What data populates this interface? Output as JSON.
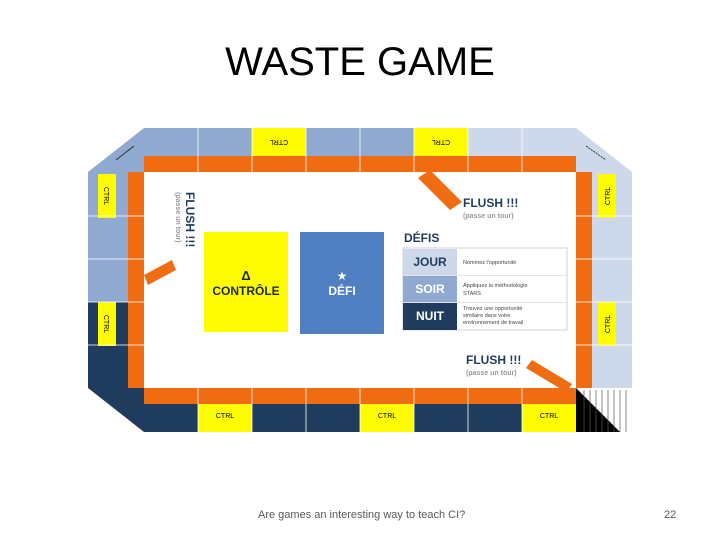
{
  "slide": {
    "title": "WASTE GAME",
    "footer": "Are games an interesting way to teach CI?",
    "page_number": "22"
  },
  "board": {
    "ctrl_label": "CTRL",
    "flush_label": "FLUSH !!!",
    "flush_sub": "(passe un tour)",
    "control_symbol": "Δ",
    "control_label": "CONTRÔLE",
    "defi_symbol": "★",
    "defi_label": "DÉFI",
    "defis_title": "DÉFIS",
    "defis": [
      {
        "label": "JOUR",
        "desc_lines": [
          "Nommez l'opportunité"
        ]
      },
      {
        "label": "SOIR",
        "desc_lines": [
          "Appliquez la méthodologie",
          "STARS"
        ]
      },
      {
        "label": "NUIT",
        "desc_lines": [
          "Trouvez une opportunité",
          "similaire dans votre",
          "environnement de travail"
        ]
      }
    ],
    "colors": {
      "orange": "#f06c12",
      "light_blue": "#8fa9d0",
      "pale_blue": "#cdd9ea",
      "navy": "#1f3b5e",
      "yellow": "#fffb00",
      "defi_blue": "#4f7fc0",
      "jour_bg": "#cdd9ea",
      "soir_bg": "#8fa9d0",
      "nuit_bg": "#1f3b5e"
    }
  }
}
